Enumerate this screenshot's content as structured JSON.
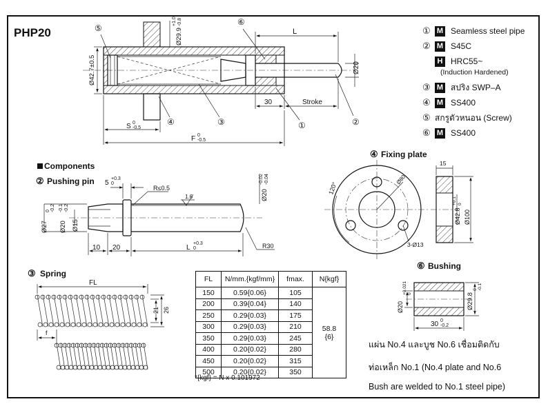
{
  "part_code": "PHP20",
  "materials": [
    {
      "num": "①",
      "code": "M",
      "name": "Seamless steel pipe"
    },
    {
      "num": "②",
      "code": "M",
      "name": "S45C"
    },
    {
      "num": "",
      "code": "H",
      "name": "HRC55~",
      "sub": "(Induction Hardened)"
    },
    {
      "num": "③",
      "code": "M",
      "name": "สปริง SWP–A"
    },
    {
      "num": "④",
      "code": "M",
      "name": "SS400"
    },
    {
      "num": "⑤",
      "code": "",
      "name": "สกรูตัวหนอน (Screw)"
    },
    {
      "num": "⑥",
      "code": "M",
      "name": "SS400"
    }
  ],
  "assembly": {
    "circle_5": "⑤",
    "circle_6": "⑥",
    "circle_1": "①",
    "circle_2": "②",
    "circle_3": "③",
    "circle_4": "④",
    "dim_L": "L",
    "dim_d20": "Ø20",
    "dim_d427": "Ø42.7±0.5",
    "dim_d299": "Ø29.9",
    "tol_d299_up": "+1.0",
    "tol_d299_lo": "-0.8",
    "dim_30": "30",
    "dim_stroke": "Stroke",
    "dim_S": "S",
    "tol_S_up": "0",
    "tol_S_lo": "-0.5",
    "dim_F": "F",
    "tol_F_up": "0",
    "tol_F_lo": "-0.5"
  },
  "components_heading": "Components",
  "pushing_pin": {
    "title_num": "②",
    "title": "Pushing pin",
    "dim_5": "5",
    "tol_5_up": "+0.3",
    "tol_5_lo": "0",
    "dim_r05": "R≤0.5",
    "roughness": "1.6",
    "dim_d20": "Ø20",
    "tol_d20_up": "-0.02",
    "tol_d20_lo": "-0.04",
    "dim_d27": "Ø27",
    "tol_d27_up": "0",
    "tol_d27_lo": "-0.2",
    "dim_d20b": "Ø20",
    "tol_d20b_up": "-0.1",
    "tol_d20b_lo": "-0.2",
    "dim_d15": "Ø15",
    "dim_10": "10",
    "dim_20": "20",
    "dim_L": "L",
    "tol_L_up": "+0.3",
    "tol_L_lo": "0",
    "dim_r30": "R30"
  },
  "fixing_plate": {
    "title_num": "④",
    "title": "Fixing plate",
    "dim_120": "120°",
    "dim_d80": "Ø80",
    "dim_holes": "3-Ø13",
    "dim_15": "15",
    "dim_d428": "Ø42.8",
    "tol_d428_up": "+0.1",
    "tol_d428_lo": "0",
    "dim_d100": "Ø100"
  },
  "spring": {
    "title_num": "③",
    "title": "Spring",
    "dim_FL": "FL",
    "dim_21": "21",
    "dim_26": "26",
    "dim_f": "f"
  },
  "spring_table": {
    "headers": [
      "FL",
      "N/mm.{kgf/mm}",
      "fmax.",
      "N{kgf}"
    ],
    "rows": [
      [
        "150",
        "0.59{0.06}",
        "105"
      ],
      [
        "200",
        "0.39{0.04}",
        "140"
      ],
      [
        "250",
        "0.29{0.03}",
        "175"
      ],
      [
        "300",
        "0.29{0.03}",
        "210"
      ],
      [
        "350",
        "0.29{0.03}",
        "245"
      ],
      [
        "400",
        "0.20{0.02}",
        "280"
      ],
      [
        "450",
        "0.20{0.02}",
        "315"
      ],
      [
        "500",
        "0.20{0.02}",
        "350"
      ]
    ],
    "load_value": "58.8",
    "load_kgf": "{6}",
    "note": "*{kgf} = N x 0.101972"
  },
  "bushing": {
    "title_num": "⑥",
    "title": "Bushing",
    "dim_d20": "Ø20",
    "tol_d20_up": "+0.021",
    "tol_d20_lo": "0",
    "dim_d298": "Ø29.8",
    "tol_d298_up": "0",
    "tol_d298_lo": "-0.1",
    "dim_30": "30",
    "tol_30_up": "0",
    "tol_30_lo": "-0.2"
  },
  "weld_note": [
    "แผ่น No.4 และบูช No.6 เชื่อมติดกับ",
    "ท่อเหล็ก No.1 (No.4 plate and No.6",
    "Bush are welded to No.1 steel pipe)"
  ]
}
